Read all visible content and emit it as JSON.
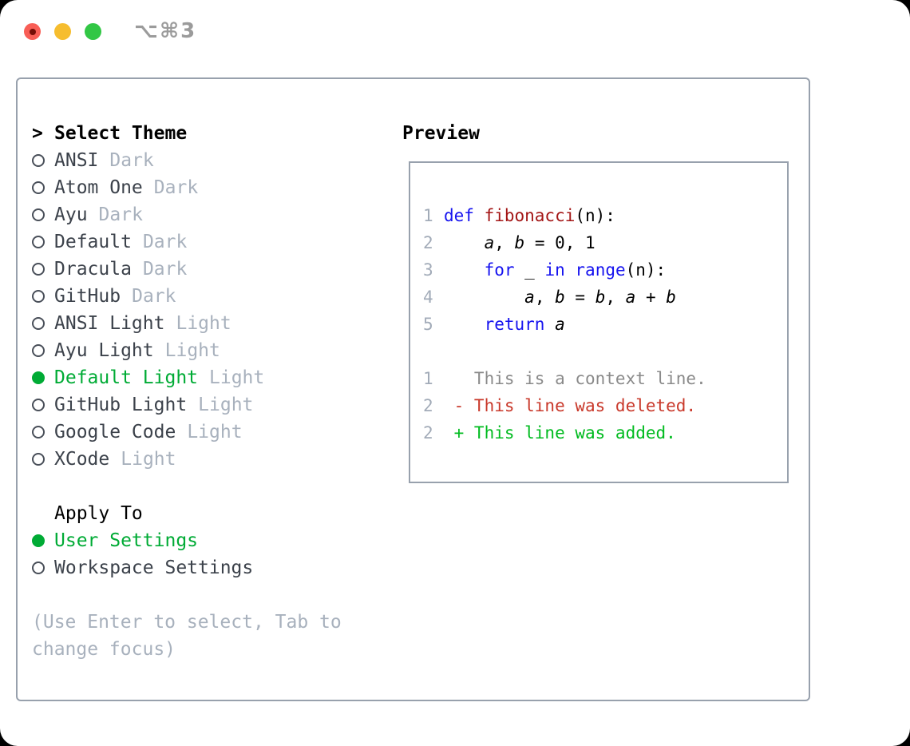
{
  "window": {
    "title": "⌥⌘3"
  },
  "titlebar": {
    "buttons": [
      {
        "name": "close",
        "color": "#f85e56",
        "dot_color": "#750d06"
      },
      {
        "name": "minimize",
        "color": "#f6bd2e"
      },
      {
        "name": "zoom",
        "color": "#32c745"
      }
    ]
  },
  "theme_list": {
    "cursor": ">",
    "header": "Select Theme",
    "items": [
      {
        "label": "ANSI",
        "tag": "Dark",
        "selected": false
      },
      {
        "label": "Atom One",
        "tag": "Dark",
        "selected": false
      },
      {
        "label": "Ayu",
        "tag": "Dark",
        "selected": false
      },
      {
        "label": "Default",
        "tag": "Dark",
        "selected": false
      },
      {
        "label": "Dracula",
        "tag": "Dark",
        "selected": false
      },
      {
        "label": "GitHub",
        "tag": "Dark",
        "selected": false
      },
      {
        "label": "ANSI Light",
        "tag": "Light",
        "selected": false
      },
      {
        "label": "Ayu Light",
        "tag": "Light",
        "selected": false
      },
      {
        "label": "Default Light",
        "tag": "Light",
        "selected": true
      },
      {
        "label": "GitHub Light",
        "tag": "Light",
        "selected": false
      },
      {
        "label": "Google Code",
        "tag": "Light",
        "selected": false
      },
      {
        "label": "XCode",
        "tag": "Light",
        "selected": false
      }
    ]
  },
  "apply_to": {
    "header": "Apply To",
    "options": [
      {
        "label": "User Settings",
        "selected": true
      },
      {
        "label": "Workspace Settings",
        "selected": false
      }
    ]
  },
  "hint": "(Use Enter to select, Tab to change focus)",
  "preview": {
    "heading": "Preview",
    "lines": [
      {
        "num": "1",
        "segments": [
          {
            "text": "def ",
            "style": "keyword"
          },
          {
            "text": "fibonacci",
            "style": "function"
          },
          {
            "text": "(n):",
            "style": "plain"
          }
        ]
      },
      {
        "num": "2",
        "segments": [
          {
            "text": "    ",
            "style": "plain"
          },
          {
            "text": "a",
            "style": "variable"
          },
          {
            "text": ", ",
            "style": "plain"
          },
          {
            "text": "b",
            "style": "variable"
          },
          {
            "text": " = 0, 1",
            "style": "plain"
          }
        ]
      },
      {
        "num": "3",
        "segments": [
          {
            "text": "    ",
            "style": "plain"
          },
          {
            "text": "for",
            "style": "keyword"
          },
          {
            "text": " _ ",
            "style": "plain"
          },
          {
            "text": "in",
            "style": "keyword"
          },
          {
            "text": " ",
            "style": "plain"
          },
          {
            "text": "range",
            "style": "keyword"
          },
          {
            "text": "(n):",
            "style": "plain"
          }
        ]
      },
      {
        "num": "4",
        "segments": [
          {
            "text": "        ",
            "style": "plain"
          },
          {
            "text": "a",
            "style": "variable"
          },
          {
            "text": ", ",
            "style": "plain"
          },
          {
            "text": "b",
            "style": "variable"
          },
          {
            "text": " = ",
            "style": "plain"
          },
          {
            "text": "b",
            "style": "variable"
          },
          {
            "text": ", ",
            "style": "plain"
          },
          {
            "text": "a",
            "style": "variable"
          },
          {
            "text": " + ",
            "style": "plain"
          },
          {
            "text": "b",
            "style": "variable"
          }
        ]
      },
      {
        "num": "5",
        "segments": [
          {
            "text": "    ",
            "style": "plain"
          },
          {
            "text": "return",
            "style": "keyword"
          },
          {
            "text": " ",
            "style": "plain"
          },
          {
            "text": "a",
            "style": "variable"
          }
        ]
      },
      {
        "num": "",
        "segments": []
      },
      {
        "num": "1",
        "segments": [
          {
            "text": "   This is a context line.",
            "style": "context"
          }
        ]
      },
      {
        "num": "2",
        "segments": [
          {
            "text": " - This line was deleted.",
            "style": "deleted"
          }
        ]
      },
      {
        "num": "2",
        "segments": [
          {
            "text": " + This line was added.",
            "style": "added"
          }
        ]
      }
    ]
  },
  "colors": {
    "selection_green": "#00ab35",
    "added_green": "#00bb1f",
    "deleted_red": "#c9392b",
    "keyword_blue": "#1512ef",
    "function_red": "#a31515",
    "context_gray": "#8a8a8a",
    "tag_gray": "#a8b1bd",
    "line_number_gray": "#a2abb8",
    "border_gray": "#98a1ad",
    "item_text": "#3c424b",
    "title_gray": "#9b9b9b",
    "traffic_red": "#f85e56",
    "traffic_yellow": "#f6bd2e",
    "traffic_green": "#32c745"
  }
}
